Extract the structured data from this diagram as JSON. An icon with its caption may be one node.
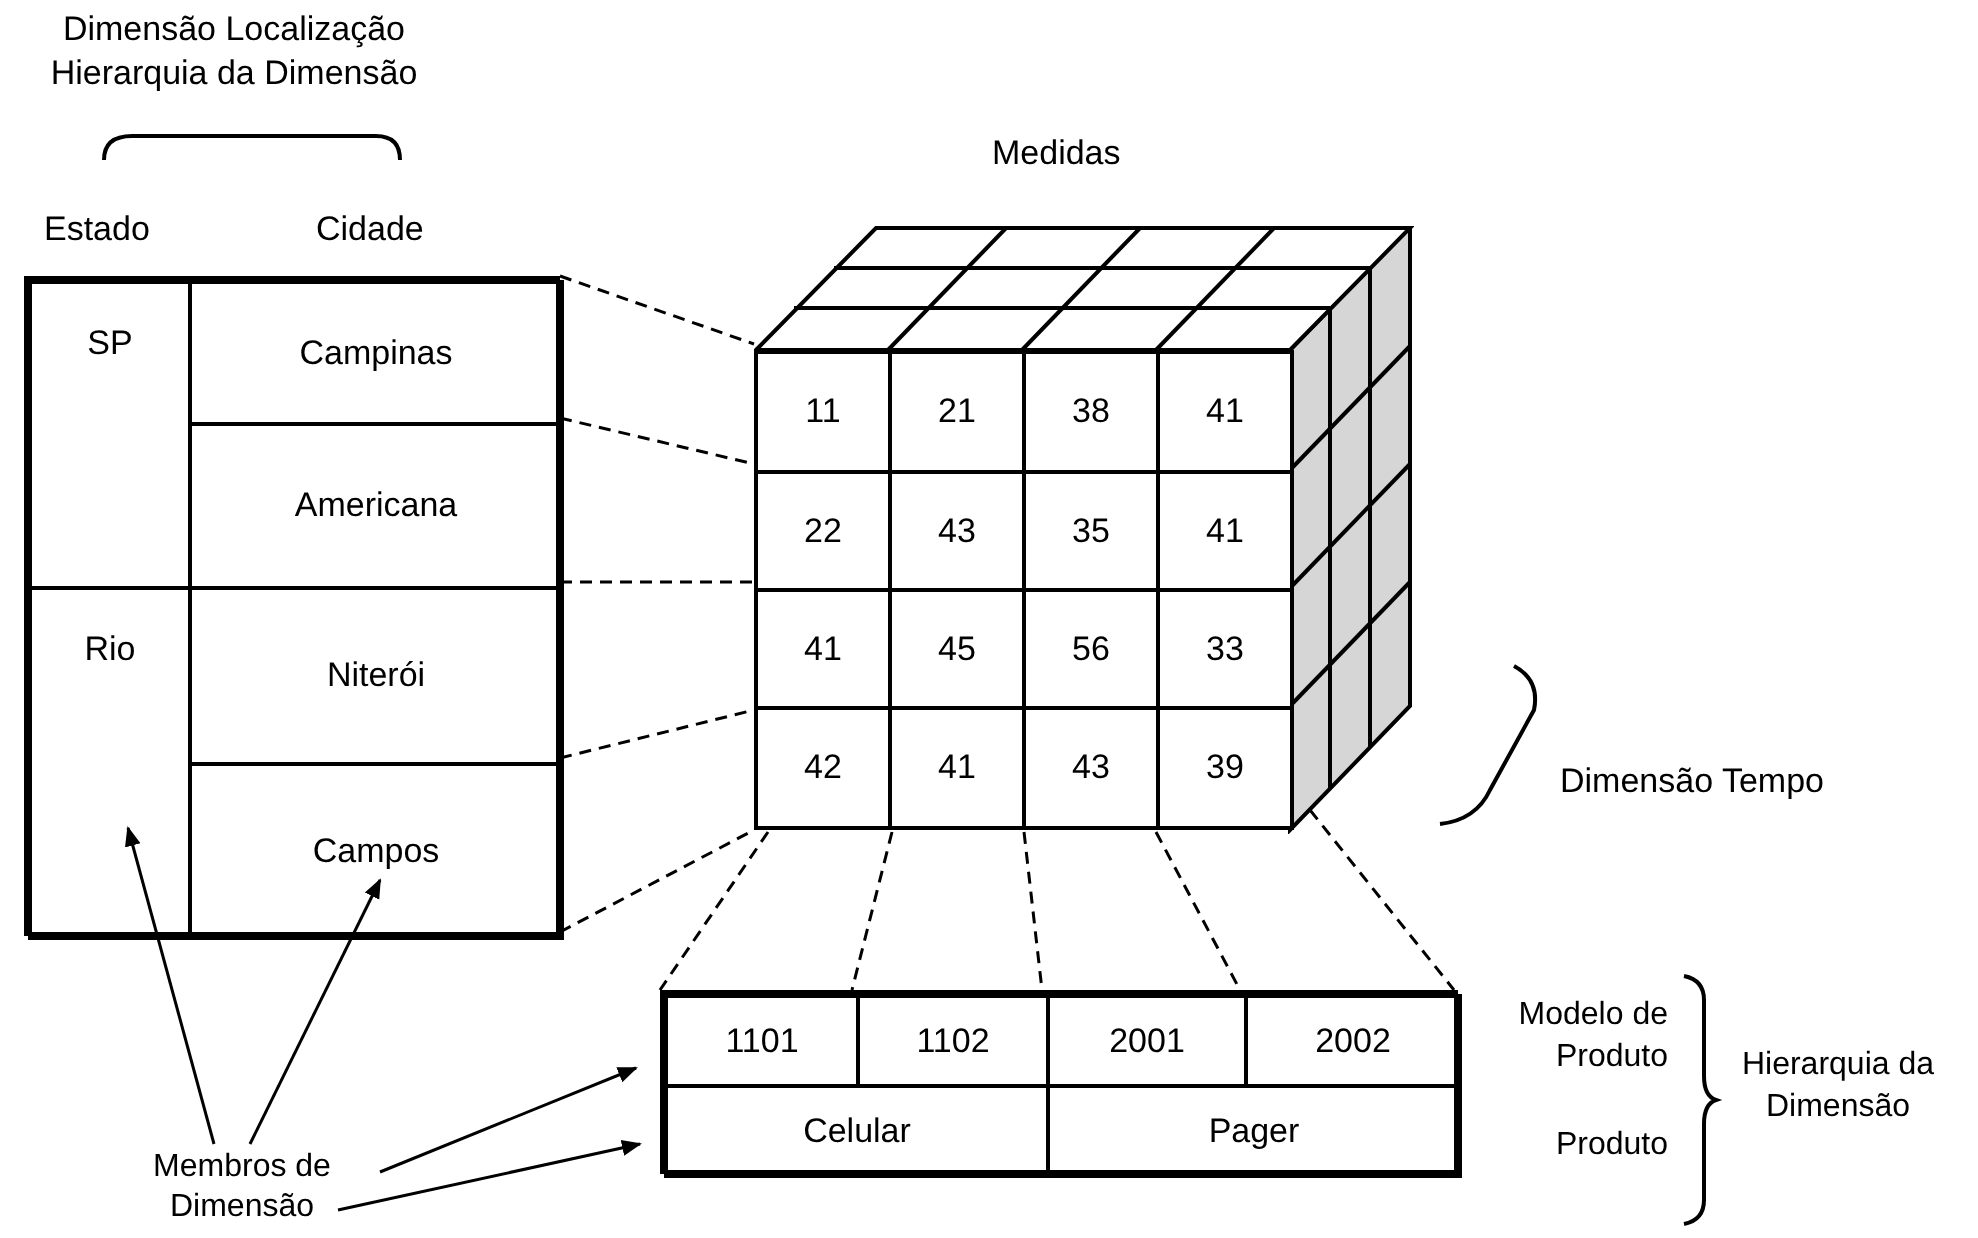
{
  "diagram": {
    "nodes": [
      {
        "text": [],
        "shape": "box"
      },
      {
        "text": [
          "SP"
        ],
        "in": 0
      },
      {
        "text": [
          "Campinas"
        ],
        "in": 0
      },
      {
        "text": [
          "Americana"
        ],
        "in": 0
      },
      {
        "text": [
          "Rio"
        ],
        "in": 0
      },
      {
        "text": [
          "Niterói"
        ],
        "in": 0
      },
      {
        "text": [
          "Campos"
        ],
        "in": 0
      },
      {
        "text": [],
        "shape": "cube"
      },
      {
        "text": [
          "11"
        ],
        "in": 7
      },
      {
        "text": [
          "21"
        ],
        "in": 7
      },
      {
        "text": [
          "38"
        ],
        "in": 7
      },
      {
        "text": [
          "41"
        ],
        "in": 7
      },
      {
        "text": [
          "22"
        ],
        "in": 7
      },
      {
        "text": [
          "43"
        ],
        "in": 7
      },
      {
        "text": [
          "35"
        ],
        "in": 7
      },
      {
        "text": [
          "41"
        ],
        "in": 7
      },
      {
        "text": [
          "41"
        ],
        "in": 7
      },
      {
        "text": [
          "45"
        ],
        "in": 7
      },
      {
        "text": [
          "56"
        ],
        "in": 7
      },
      {
        "text": [
          "33"
        ],
        "in": 7
      },
      {
        "text": [
          "42"
        ],
        "in": 7
      },
      {
        "text": [
          "41"
        ],
        "in": 7
      },
      {
        "text": [
          "43"
        ],
        "in": 7
      },
      {
        "text": [
          "39"
        ],
        "in": 7
      },
      {
        "text": [],
        "shape": "box"
      },
      {
        "text": [
          "1101"
        ],
        "in": 24
      },
      {
        "text": [
          "1102"
        ],
        "in": 24
      },
      {
        "text": [
          "2001"
        ],
        "in": 24
      },
      {
        "text": [
          "2002"
        ],
        "in": 24
      },
      {
        "text": [
          "Celular"
        ],
        "in": 24
      },
      {
        "text": [
          "Pager"
        ],
        "in": 24
      },
      {
        "text": [
          "Membros de Dimensão"
        ]
      }
    ],
    "edges": [
      {
        "from": 31,
        "to": 4,
        "arrow": "to"
      },
      {
        "from": 31,
        "to": 6,
        "arrow": "to"
      },
      {
        "from": 31,
        "to": 25,
        "arrow": "to"
      },
      {
        "from": 31,
        "to": 29,
        "arrow": "to"
      },
      {
        "from": 0,
        "to": 7,
        "arrow": "none",
        "style": "dashed"
      },
      {
        "from": 0,
        "to": 7,
        "arrow": "none",
        "style": "dashed"
      },
      {
        "from": 0,
        "to": 7,
        "arrow": "none",
        "style": "dashed"
      },
      {
        "from": 0,
        "to": 7,
        "arrow": "none",
        "style": "dashed"
      },
      {
        "from": 0,
        "to": 7,
        "arrow": "none",
        "style": "dashed"
      },
      {
        "from": 7,
        "to": 24,
        "arrow": "none",
        "style": "dashed"
      },
      {
        "from": 7,
        "to": 24,
        "arrow": "none",
        "style": "dashed"
      },
      {
        "from": 7,
        "to": 24,
        "arrow": "none",
        "style": "dashed"
      },
      {
        "from": 7,
        "to": 24,
        "arrow": "none",
        "style": "dashed"
      },
      {
        "from": 7,
        "to": 24,
        "arrow": "none",
        "style": "dashed"
      }
    ],
    "labels": [
      "Dimensão Localização",
      "Hierarquia da Dimensão",
      "Estado",
      "Cidade",
      "Medidas",
      "Dimensão Tempo",
      "Modelo de Produto",
      "Produto",
      "Hierarquia da Dimensão"
    ]
  }
}
